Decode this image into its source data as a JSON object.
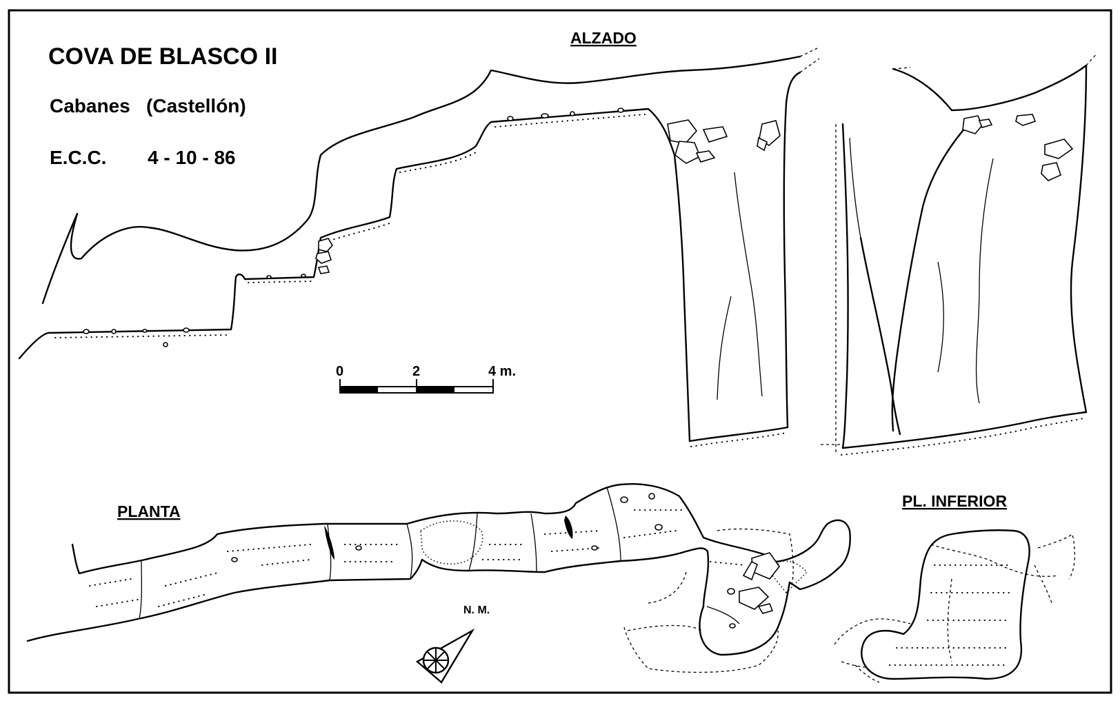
{
  "title": "COVA DE BLASCO II",
  "location": "Cabanes   (Castellón)",
  "survey": {
    "group": "E.C.C.",
    "date": "4 - 10 - 86"
  },
  "labels": {
    "elevation": "ALZADO",
    "plan": "PLANTA",
    "lower_plan": "PL. INFERIOR",
    "north": "N. M."
  },
  "scale_bar": {
    "ticks": [
      "0",
      "2",
      "4 m."
    ]
  }
}
